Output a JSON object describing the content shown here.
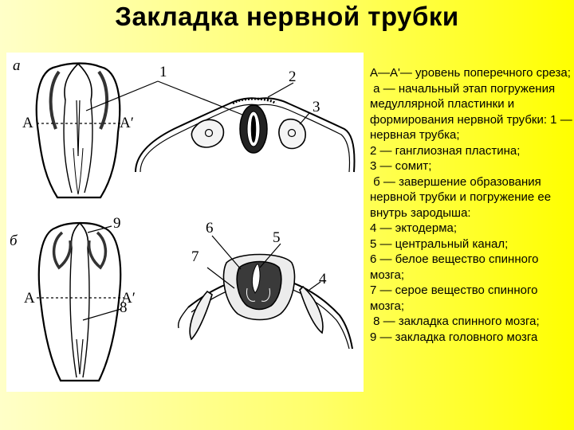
{
  "title": "Закладка нервной трубки",
  "figure": {
    "panel_a": "а",
    "panel_b": "б",
    "section_left": "А",
    "section_right": "А′",
    "labels": [
      "1",
      "2",
      "3",
      "4",
      "5",
      "6",
      "7",
      "8",
      "9"
    ]
  },
  "legend": [
    "А—А'— уровень поперечного среза;",
    " а — начальный этап погружения медуллярной пластинки и формирования нервной трубки: 1 — нервная трубка;",
    "2 — ганглиозная пластина;",
    "3 — сомит;",
    " б — завершение образования нервной трубки и погружение ее внутрь зародыша:",
    "4 — эктодерма;",
    "5 — центральный канал;",
    "6 — белое вещество спинного мозга;",
    "7 — серое вещество спинного мозга;",
    " 8 — закладка спинного мозга;",
    "9 — закладка головного мозга"
  ]
}
